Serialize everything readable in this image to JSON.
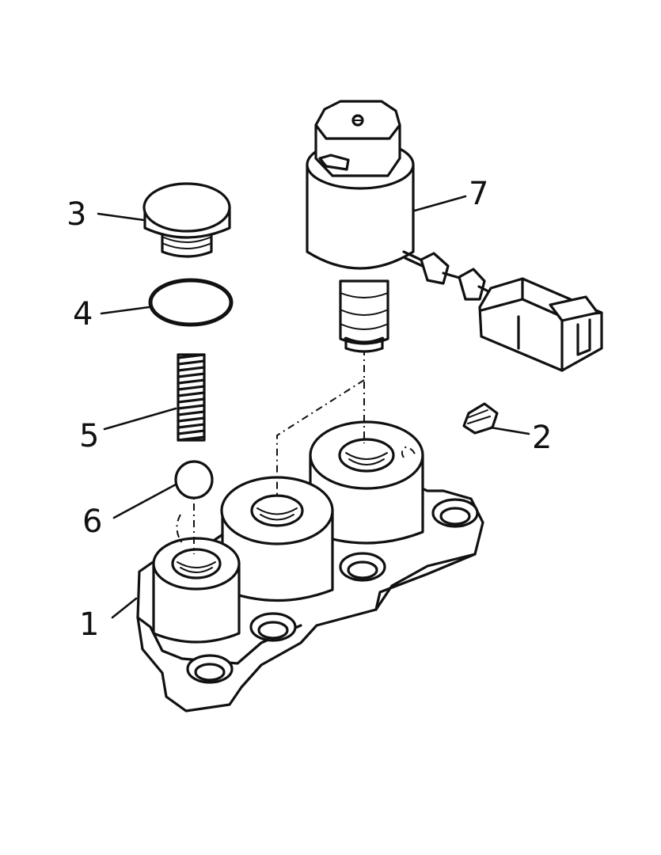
{
  "callouts": [
    {
      "id": "1",
      "label": "1"
    },
    {
      "id": "2",
      "label": "2"
    },
    {
      "id": "3",
      "label": "3"
    },
    {
      "id": "4",
      "label": "4"
    },
    {
      "id": "5",
      "label": "5"
    },
    {
      "id": "6",
      "label": "6"
    },
    {
      "id": "7",
      "label": "7"
    }
  ],
  "colors": {
    "ink": "#111111",
    "paper": "#ffffff"
  }
}
